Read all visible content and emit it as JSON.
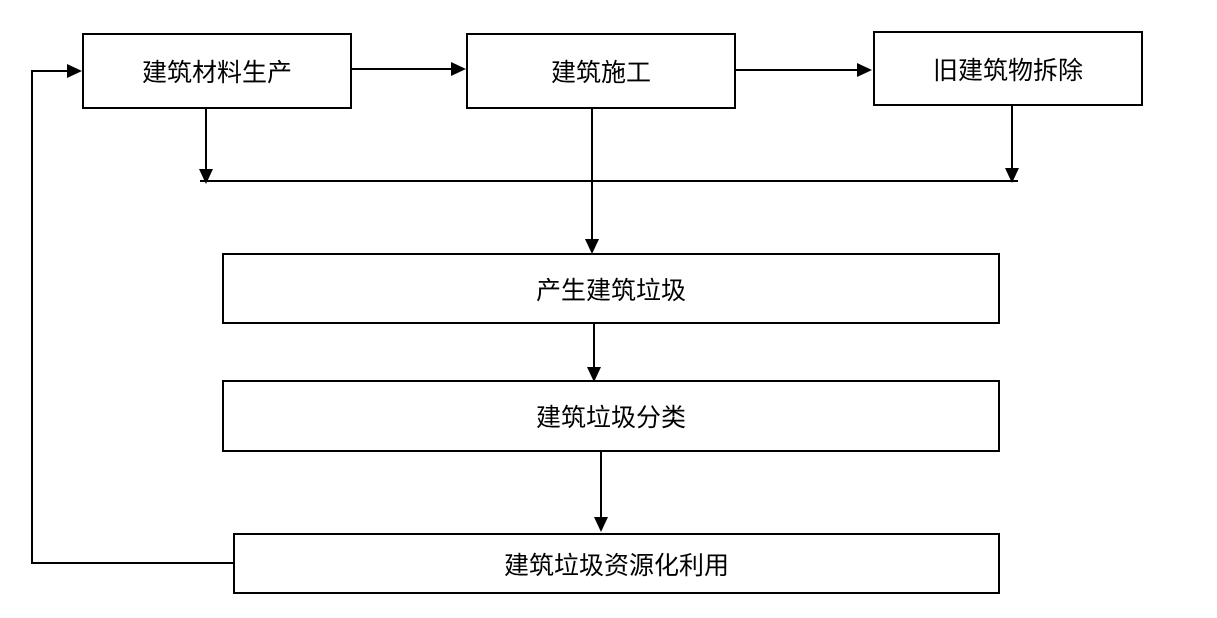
{
  "flowchart": {
    "nodes": {
      "material_production": "建筑材料生产",
      "construction": "建筑施工",
      "demolition": "旧建筑物拆除",
      "waste_generation": "产生建筑垃圾",
      "waste_sorting": "建筑垃圾分类",
      "waste_reuse": "建筑垃圾资源化利用"
    },
    "stroke_color": "#000000"
  }
}
